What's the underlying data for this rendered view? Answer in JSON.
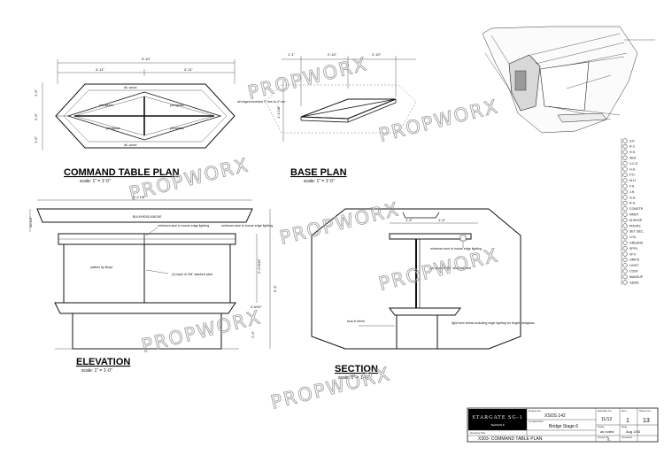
{
  "views": {
    "command_table_plan": {
      "title": "COMMAND TABLE PLAN",
      "scale": "scale: 1\" = 1'-0\"",
      "dims": {
        "overall": "9'-10\"",
        "left": "4'-11\"",
        "right": "4'-11\"",
        "h1": "1'-6\"",
        "h2": "2'-6\"",
        "h3": "1'-6\""
      },
      "labels": {
        "plexiglass": "plexiglass",
        "bevel_note": "all edges bevelled 3\" rise to 4\" run",
        "trim": "dk. wood"
      }
    },
    "base_plan": {
      "title": "BASE PLAN",
      "scale": "scale: 1\" = 1'-0\"",
      "dims": {
        "a": "1'-1\"",
        "b": "2'-10\"",
        "c": "2'-10\"",
        "side": "1'-3 1/8\""
      }
    },
    "elevation": {
      "title": "ELEVATION",
      "scale": "scale: 1\" = 1'-0\"",
      "labels": {
        "bulkhead": "BULKHEAD ABOVE",
        "top_dim": "8'-2 1/8\"",
        "left_dim": "10 1/2\"",
        "min_size": "minimum size to house edge lighting",
        "min_size_right": "minimum size to house edge lighting",
        "pattern": "pattern by Boyd",
        "layer": "(1) layer of 3/8\" stacked plexi",
        "dim_mid": "2'-3 5/16\"",
        "dim_right": "5'-4\"",
        "dim_base": "3 3/16\"",
        "dim_low": "2'-0\""
      }
    },
    "section": {
      "title": "SECTION",
      "scale": "scale: 1\" = 1'-0\"",
      "labels": {
        "d1": "1'-4\"",
        "d2": "1'-4\"",
        "min_size": "minimum size to house edge lighting",
        "layer": "(1) layer of 3/8\" stacked plexi",
        "light": "light from below including edge lighting for bright plexiglass",
        "tuck": "tuck in bevel"
      }
    }
  },
  "watermark": "PROPWORX",
  "checklist": [
    "S.P.",
    "R.C.",
    "H.S.",
    "SEA",
    "V.C.S",
    "H.H.",
    "P.O.",
    "M.H.",
    "F.A.",
    "J.H.",
    "G.H.",
    "R.S.",
    "CONSTR.",
    "PAINT",
    "M.SHOP",
    "PROPS",
    "SET DEC.",
    "LOC.",
    "GREENS",
    "SPFX",
    "VFX",
    "GRIPS",
    "LIGHT",
    "COST.",
    "MAKEUP",
    "GEMS"
  ],
  "title_block": {
    "logo": "STARGATE SG-1",
    "logo_sub": "SEASON 8",
    "project_label": "Project No.",
    "project": "XSOS 142",
    "episode_label": "Episode No.",
    "episode": "11/12",
    "rev_label": "Rev.",
    "rev": "1",
    "sheet_label": "Sheet No.",
    "sheet": "13",
    "location_label": "Location/Set",
    "location": "Bridge Stage 6",
    "drawing_label": "Drawing Title",
    "drawing": "X303- COMMAND TABLE PLAN",
    "scale_label": "Scale",
    "scale": "as noted",
    "date_label": "Date",
    "date": "Aug 1/03",
    "drawn_label": "Drawn By",
    "drawn": "S.",
    "checked_label": "Checked"
  }
}
